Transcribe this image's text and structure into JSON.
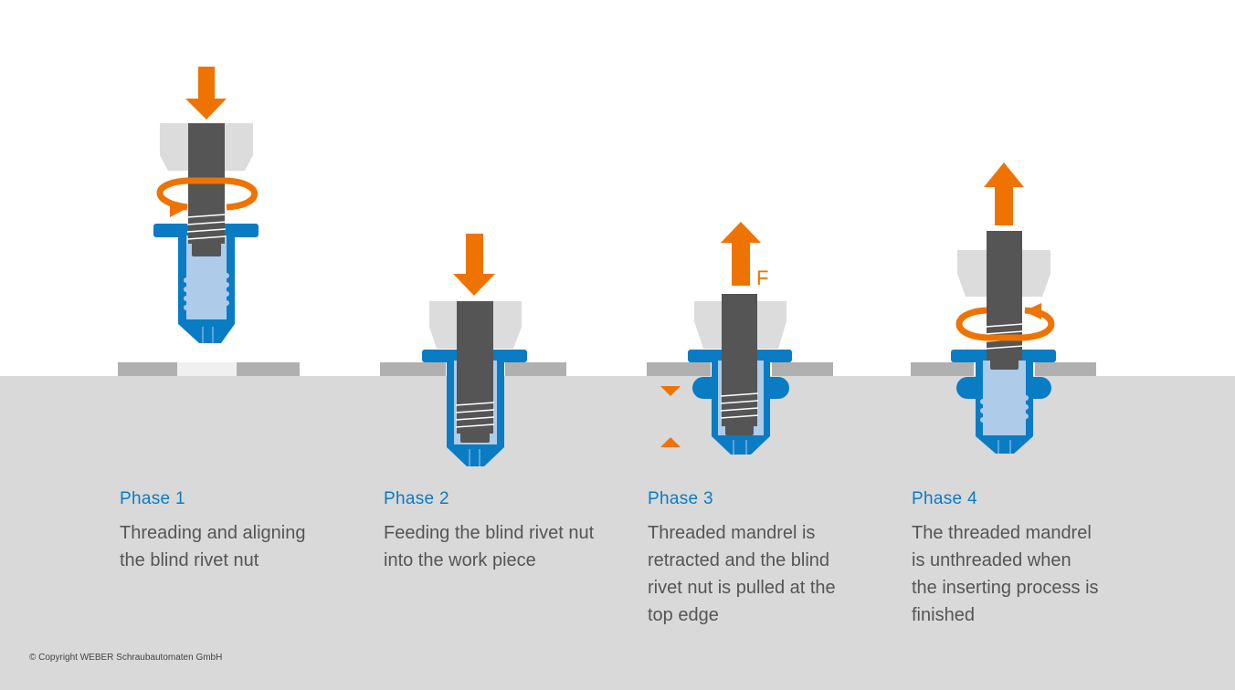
{
  "colors": {
    "accent_orange": "#ef7300",
    "nut_blue": "#0a7cc4",
    "nut_inner": "#aecbea",
    "mandrel": "#555555",
    "tool": "#dcdcdc",
    "plate": "#b0b0b0",
    "ground": "#d9d9d9"
  },
  "phases": [
    {
      "title": "Phase 1",
      "description_lines": [
        "Threading and aligning",
        "the blind rivet nut"
      ]
    },
    {
      "title": "Phase 2",
      "description_lines": [
        "Feeding the blind rivet nut",
        "into the work piece"
      ]
    },
    {
      "title": "Phase 3",
      "description_lines": [
        "Threaded mandrel is",
        "retracted and the blind",
        "rivet nut is pulled at the",
        "top edge"
      ],
      "force_label": "F"
    },
    {
      "title": "Phase 4",
      "description_lines": [
        "The threaded mandrel",
        "is unthreaded when",
        "the inserting process is",
        "finished"
      ]
    }
  ],
  "copyright": "© Copyright WEBER Schraubautomaten GmbH"
}
